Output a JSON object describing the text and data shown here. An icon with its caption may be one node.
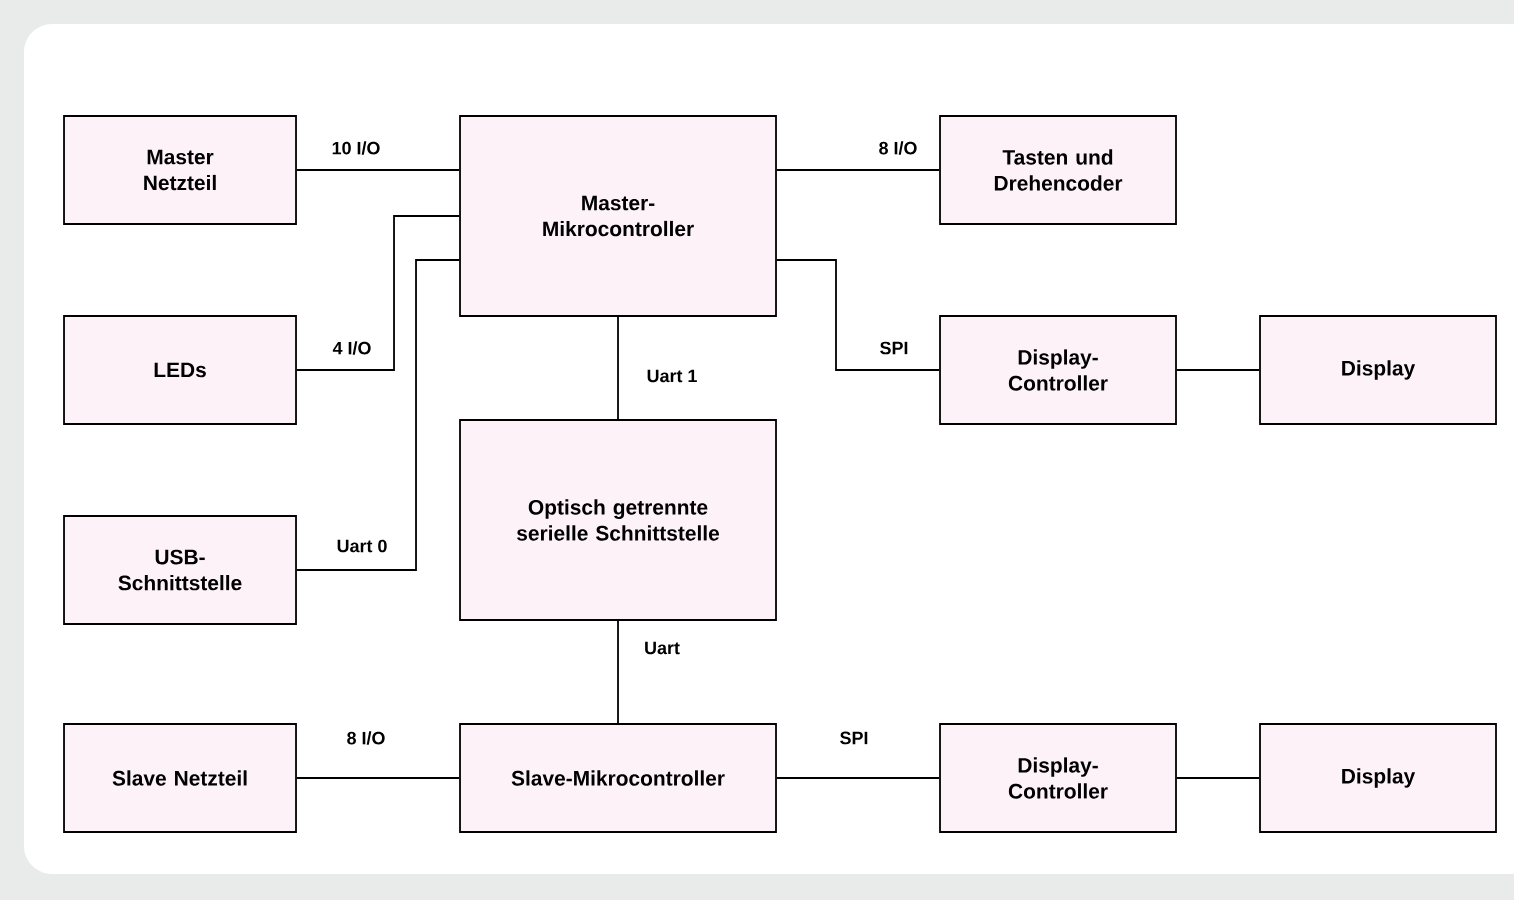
{
  "diagram": {
    "nodes": [
      {
        "text": [
          "Master Netzteil"
        ]
      },
      {
        "text": [
          "Master-Mikrocontroller"
        ]
      },
      {
        "text": [
          "Tasten und Drehencoder"
        ]
      },
      {
        "text": [
          "LEDs"
        ]
      },
      {
        "text": [
          "Display-Controller"
        ]
      },
      {
        "text": [
          "Display"
        ]
      },
      {
        "text": [
          "Optisch getrennte serielle Schnittstelle"
        ]
      },
      {
        "text": [
          "USB-Schnittstelle"
        ]
      },
      {
        "text": [
          "Slave Netzteil"
        ]
      },
      {
        "text": [
          "Slave-Mikrocontroller"
        ]
      },
      {
        "text": [
          "Display-Controller"
        ]
      },
      {
        "text": [
          "Display"
        ]
      }
    ],
    "edges": [
      {
        "from": 0,
        "to": 1,
        "arrow": "none",
        "label": "10 I/O"
      },
      {
        "from": 3,
        "to": 1,
        "arrow": "none",
        "label": "4 I/O"
      },
      {
        "from": 7,
        "to": 1,
        "arrow": "none",
        "label": "Uart 0"
      },
      {
        "from": 1,
        "to": 2,
        "arrow": "none",
        "label": "8 I/O"
      },
      {
        "from": 1,
        "to": 4,
        "arrow": "none",
        "label": "SPI"
      },
      {
        "from": 4,
        "to": 5,
        "arrow": "none"
      },
      {
        "from": 1,
        "to": 6,
        "arrow": "none",
        "label": "Uart 1"
      },
      {
        "from": 6,
        "to": 9,
        "arrow": "none",
        "label": "Uart"
      },
      {
        "from": 8,
        "to": 9,
        "arrow": "none",
        "label": "8 I/O"
      },
      {
        "from": 9,
        "to": 10,
        "arrow": "none",
        "label": "SPI"
      },
      {
        "from": 10,
        "to": 11,
        "arrow": "none"
      }
    ]
  }
}
